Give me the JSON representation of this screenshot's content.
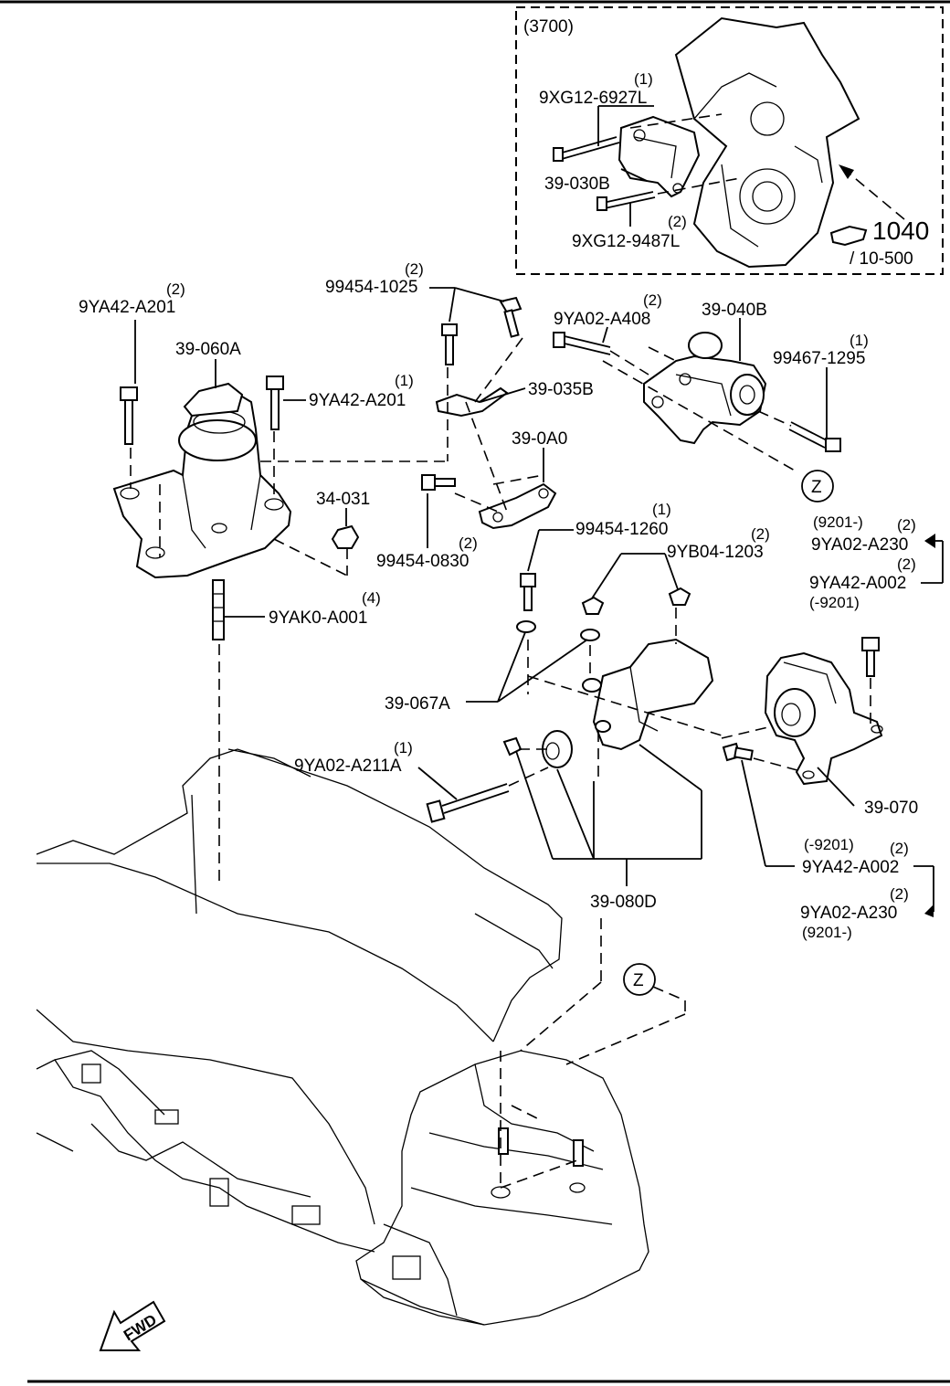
{
  "inset": {
    "section": "(3700)",
    "labels": {
      "bolt_upper": "9XG12-6927L",
      "bolt_upper_qty": "(1)",
      "bracket": "39-030B",
      "bolt_lower": "9XG12-9487L",
      "bolt_lower_qty": "(2)",
      "ref_number": "1040",
      "ref_page": "/ 10-500"
    }
  },
  "labels": {
    "p_9YA42_A201_a": "9YA42-A201",
    "p_9YA42_A201_a_qty": "(2)",
    "p_39_060A": "39-060A",
    "p_9YA42_A201_b": "9YA42-A201",
    "p_9YA42_A201_b_qty": "(1)",
    "p_99454_1025": "99454-1025",
    "p_99454_1025_qty": "(2)",
    "p_39_035B": "39-035B",
    "p_39_0A0": "39-0A0",
    "p_34_031": "34-031",
    "p_99454_0830": "99454-0830",
    "p_99454_0830_qty": "(2)",
    "p_9YAK0_A001": "9YAK0-A001",
    "p_9YAK0_A001_qty": "(4)",
    "p_9YA02_A408": "9YA02-A408",
    "p_9YA02_A408_qty": "(2)",
    "p_39_040B": "39-040B",
    "p_99467_1295": "99467-1295",
    "p_99467_1295_qty": "(1)",
    "ref_z_upper": "Z",
    "p_99454_1260": "99454-1260",
    "p_99454_1260_qty": "(1)",
    "p_9YB04_1203": "9YB04-1203",
    "p_9YB04_1203_qty": "(2)",
    "date_a_top": "(9201-)",
    "p_9YA02_A230_a": "9YA02-A230",
    "p_9YA02_A230_a_qty": "(2)",
    "p_9YA42_A002_a": "9YA42-A002",
    "p_9YA42_A002_a_qty": "(2)",
    "date_a_bottom": "(-9201)",
    "p_39_067A": "39-067A",
    "p_9YA02_A211A": "9YA02-A211A",
    "p_9YA02_A211A_qty": "(1)",
    "p_39_070": "39-070",
    "date_b_top": "(-9201)",
    "p_9YA42_A002_b": "9YA42-A002",
    "p_9YA42_A002_b_qty": "(2)",
    "p_9YA02_A230_b": "9YA02-A230",
    "p_9YA02_A230_b_qty": "(2)",
    "date_b_bottom": "(9201-)",
    "p_39_080D": "39-080D",
    "ref_z_lower": "Z",
    "fwd": "FWD"
  }
}
